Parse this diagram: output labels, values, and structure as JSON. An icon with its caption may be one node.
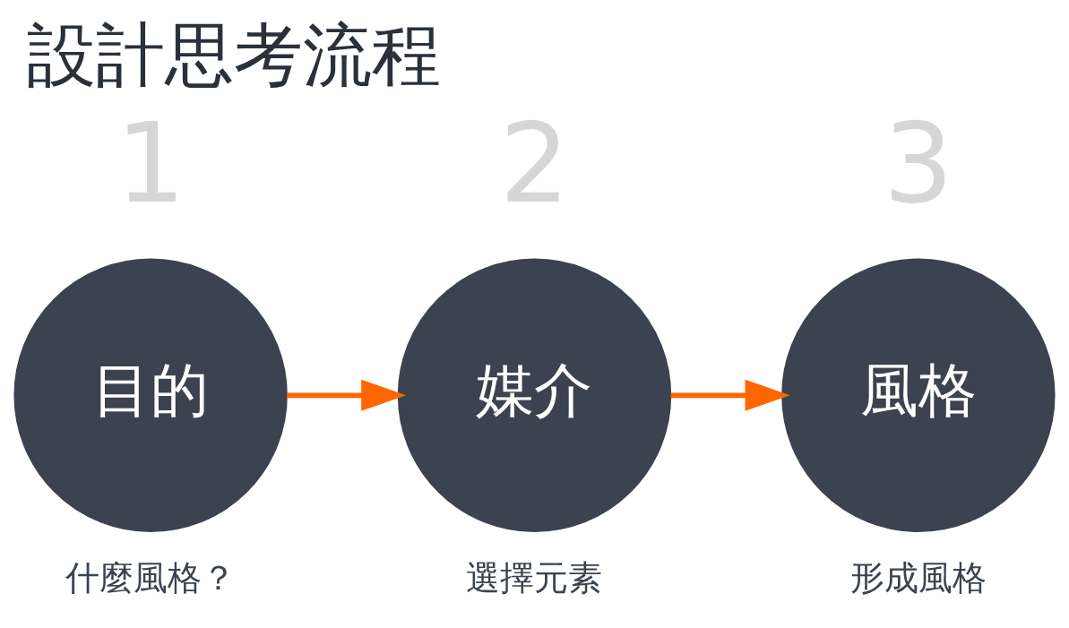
{
  "diagram": {
    "title": "設計思考流程",
    "nodes": [
      {
        "text": [
          "目的"
        ],
        "beside": [
          "1",
          "什麼風格？"
        ]
      },
      {
        "text": [
          "媒介"
        ],
        "beside": [
          "2",
          "選擇元素"
        ]
      },
      {
        "text": [
          "風格"
        ],
        "beside": [
          "3",
          "形成風格"
        ]
      }
    ],
    "edges": [
      {
        "from": 0,
        "to": 1,
        "arrow": "to"
      },
      {
        "from": 1,
        "to": 2,
        "arrow": "to"
      }
    ]
  }
}
